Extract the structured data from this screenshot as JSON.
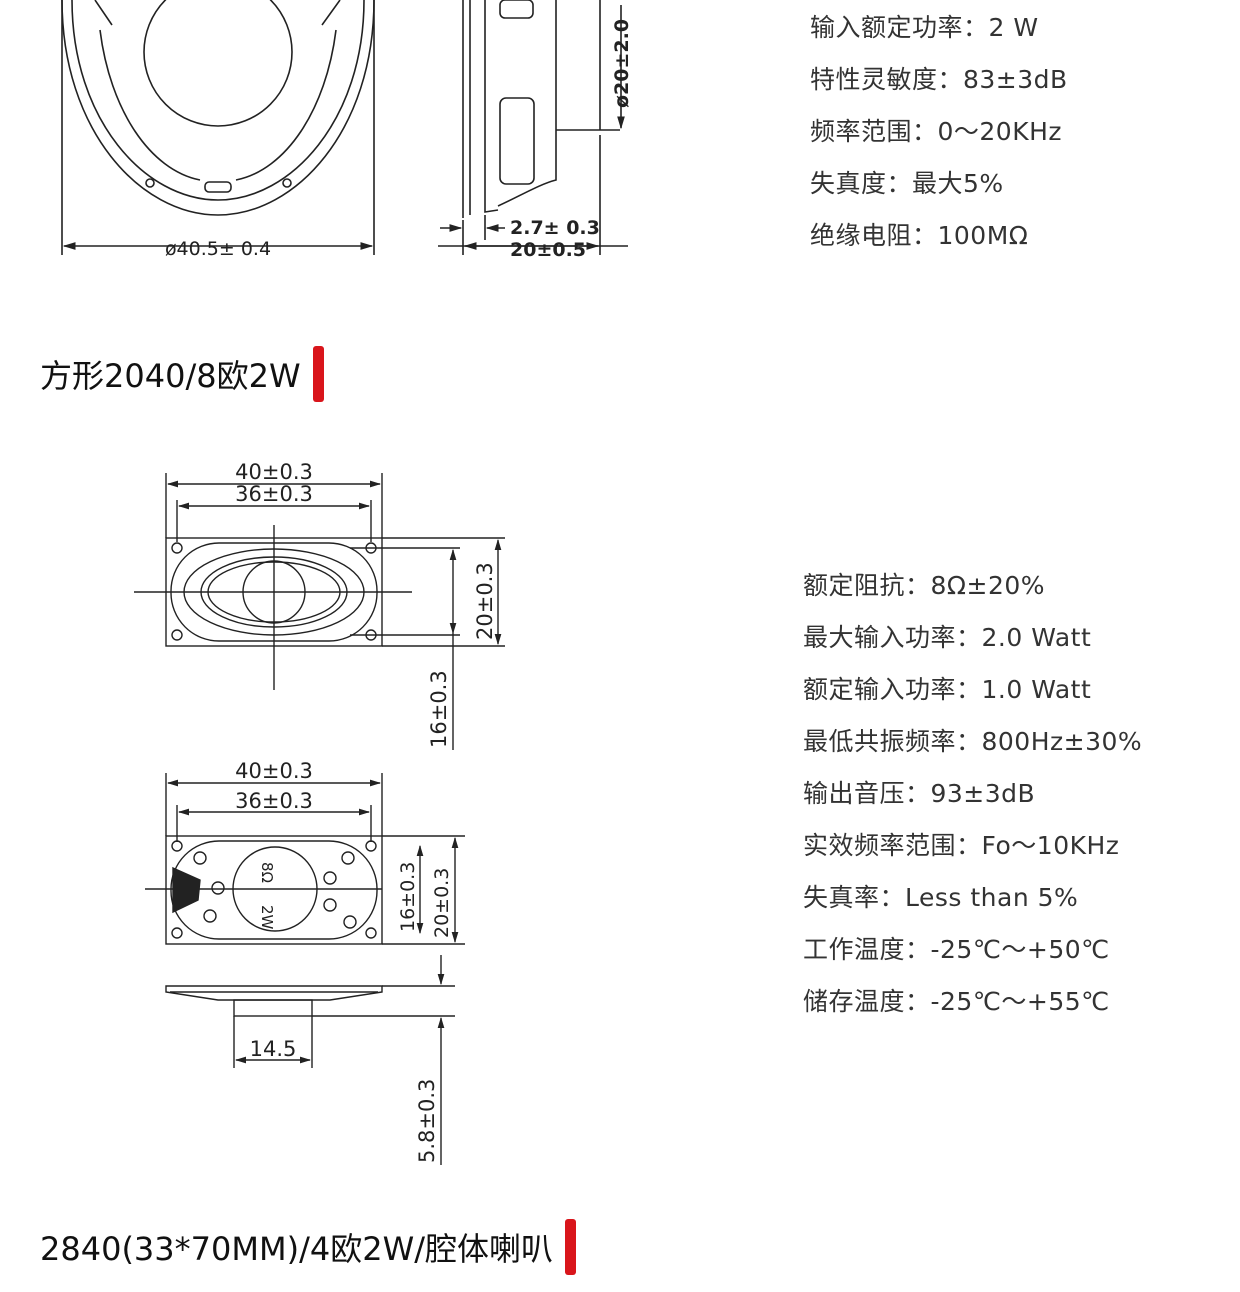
{
  "round_drawing": {
    "diameter_label": "ø40.5± 0.4",
    "height_label": "ø20±2.0",
    "flange_label": "2.7± 0.3",
    "depth_label": "20±0.5"
  },
  "round_specs": [
    "输入额定功率：2 W",
    "特性灵敏度：83±3dB",
    "频率范围：0～20KHz",
    "失真度：最大5%",
    "绝缘电阻：100MΩ"
  ],
  "section_square": {
    "title": "方形2040/8欧2W",
    "accent_color": "#d9151b"
  },
  "square_drawing": {
    "top_outer_width": "40±0.3",
    "top_inner_width": "36±0.3",
    "top_height": "20±0.3",
    "top_magnet_height": "16±0.3",
    "bottom_outer_width": "40±0.3",
    "bottom_inner_width": "36±0.3",
    "bottom_inner_height": "16±0.3",
    "bottom_outer_height": "20±0.3",
    "cone_text_1": "8Ω",
    "cone_text_2": "2W",
    "magnet_width": "14.5",
    "total_depth": "5.8±0.3"
  },
  "square_specs": [
    "额定阻抗：8Ω±20%",
    "最大输入功率：2.0 Watt",
    "额定输入功率：1.0 Watt",
    "最低共振频率：800Hz±30%",
    "输出音压：93±3dB",
    "实效频率范围：Fo～10KHz",
    "失真率：Less than 5%",
    "工作温度：-25℃～+50℃",
    "储存温度：-25℃～+55℃"
  ],
  "section_cavity": {
    "title": "2840(33*70MM)/4欧2W/腔体喇叭",
    "accent_color": "#d9151b"
  }
}
